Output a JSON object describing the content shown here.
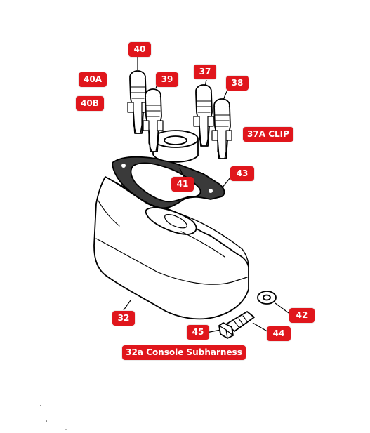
{
  "diagram": {
    "callouts": {
      "c40": "40",
      "c40a": "40A",
      "c40b": "40B",
      "c39": "39",
      "c37": "37",
      "c38": "38",
      "c37a": "37A CLIP",
      "c41": "41",
      "c43": "43",
      "c32": "32",
      "c42": "42",
      "c45": "45",
      "c44": "44",
      "c32a": "32a Console Subharness"
    },
    "colors": {
      "label_bg": "#e0161c",
      "label_text": "#ffffff",
      "line_art": "#000000",
      "gasket": "#3a3a3a"
    }
  }
}
